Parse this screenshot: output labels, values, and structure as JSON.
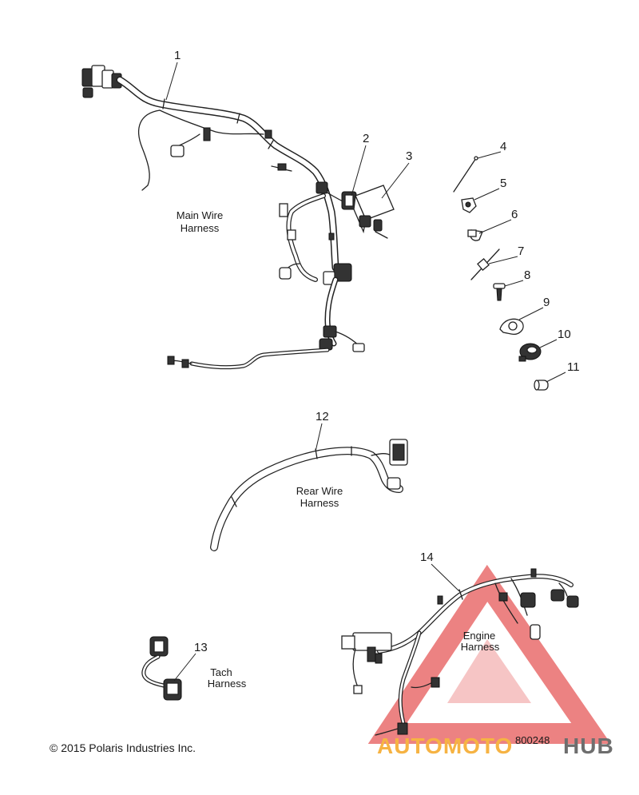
{
  "copyright": "© 2015 Polaris Industries Inc.",
  "diagram_code": "800248",
  "harness_labels": {
    "main": [
      "Main Wire",
      "Harness"
    ],
    "rear": [
      "Rear Wire",
      "Harness"
    ],
    "engine": [
      "Engine",
      "Harness"
    ],
    "tach": [
      "Tach",
      "Harness"
    ]
  },
  "callouts": [
    "1",
    "2",
    "3",
    "4",
    "5",
    "6",
    "7",
    "8",
    "9",
    "10",
    "11",
    "12",
    "13",
    "14"
  ],
  "watermark": {
    "word_left": "AUTOMOTO",
    "word_right": "HUB",
    "colors": {
      "red": "#e23b3b",
      "orange": "#f5a623",
      "gray": "#555555"
    }
  }
}
